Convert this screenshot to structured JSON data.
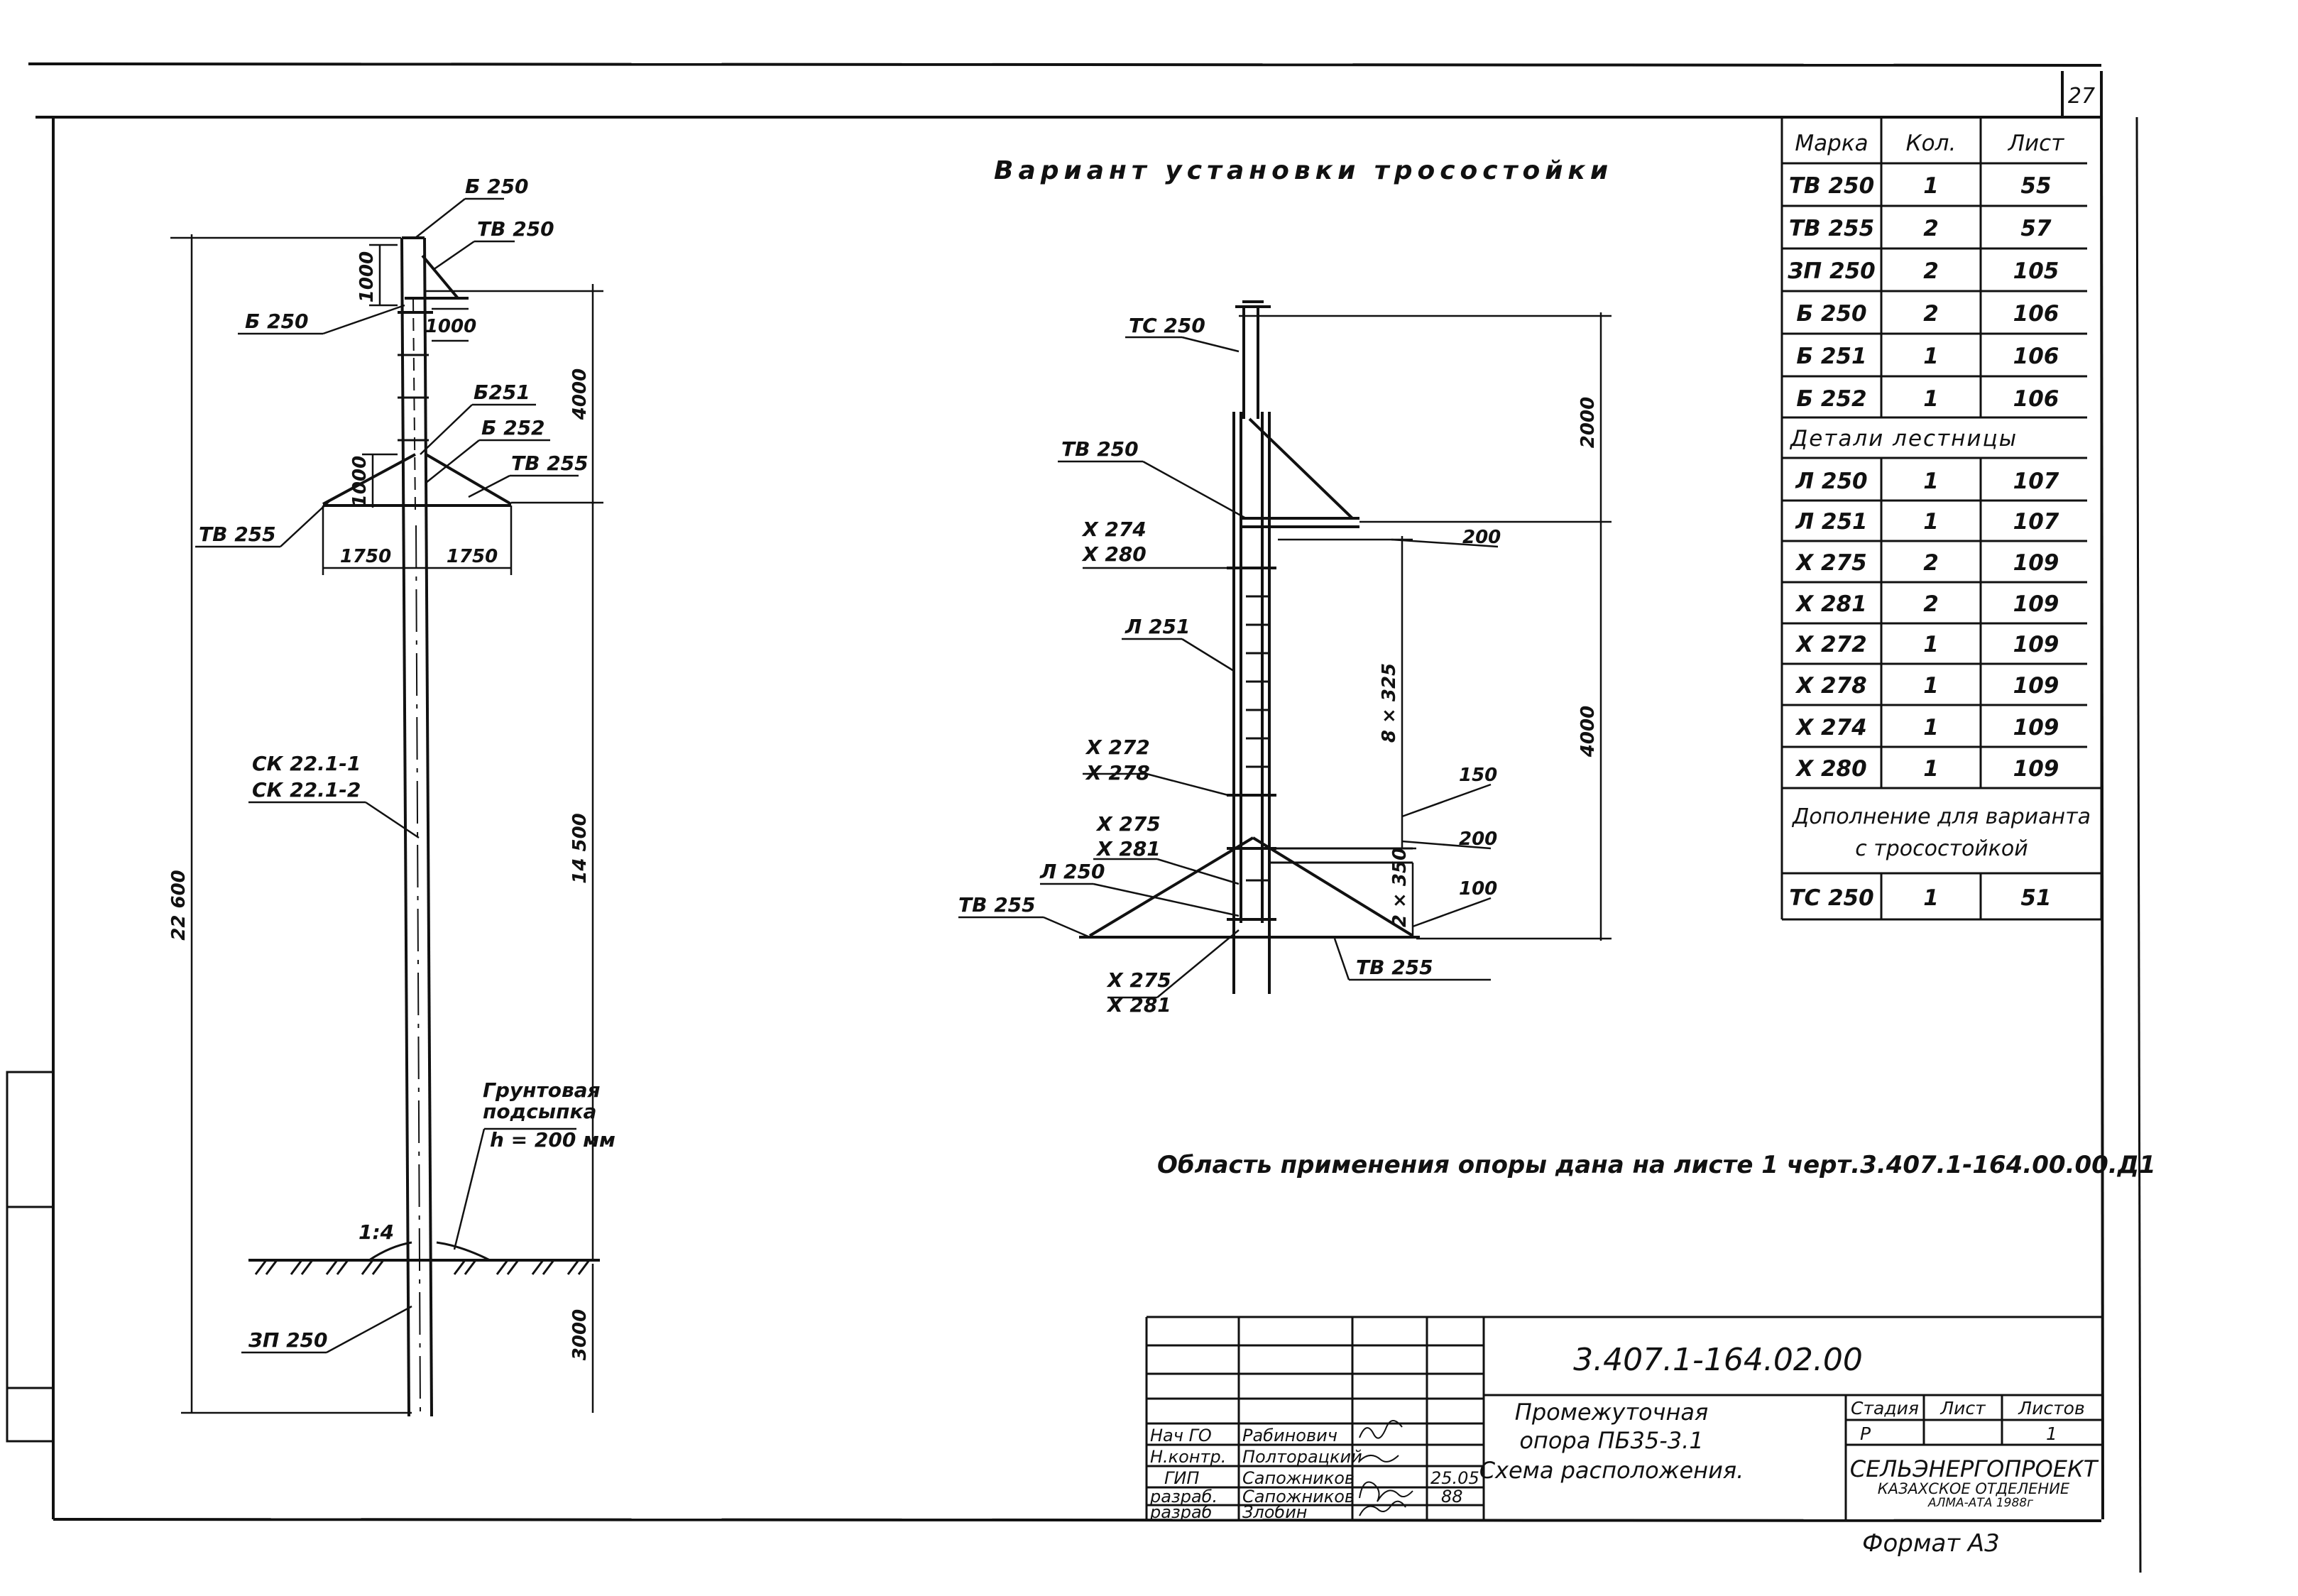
{
  "page_number": "27",
  "variant_title": "Вариант установки тросостойки",
  "pole": {
    "labels": {
      "b250_top": "Б 250",
      "tv250_top": "ТВ 250",
      "b250_left": "Б 250",
      "b251": "Б251",
      "b252": "Б 252",
      "tv255_right": "ТВ 255",
      "tv255_left": "ТВ 255",
      "sk_1": "СК 22.1-1",
      "sk_2": "СК 22.1-2",
      "soil_1": "Грунтовая",
      "soil_2": "подсыпка",
      "soil_h": "h = 200 мм",
      "zp250": "ЗП 250",
      "slope": "1:4"
    },
    "dims": {
      "d1000_a": "1000",
      "d1000_b": "1000",
      "d1000_c": "1000",
      "d4000": "4000",
      "d1750_l": "1750",
      "d1750_r": "1750",
      "d22600": "22 600",
      "d14500": "14 500",
      "d3000": "3000"
    }
  },
  "variant": {
    "labels": {
      "tc250": "ТС 250",
      "tv250": "ТВ 250",
      "x274": "Х 274",
      "x280": "Х 280",
      "l251": "Л 251",
      "x272": "Х 272",
      "x278": "Х 278",
      "x275": "Х 275",
      "x281": "Х 281",
      "l250": "Л 250",
      "tv255_l": "ТВ 255",
      "tv255_r": "ТВ 255",
      "x275b": "Х 275",
      "x281b": "Х 281"
    },
    "dims": {
      "d2000": "2000",
      "d4000": "4000",
      "d8x325": "8 × 325",
      "d2x350": "2 × 350",
      "d200a": "200",
      "d150": "150",
      "d200b": "200",
      "d100": "100"
    }
  },
  "spec_table": {
    "headers": [
      "Марка",
      "Кол.",
      "Лист"
    ],
    "rows": [
      [
        "ТВ 250",
        "1",
        "55"
      ],
      [
        "ТВ 255",
        "2",
        "57"
      ],
      [
        "ЗП 250",
        "2",
        "105"
      ],
      [
        "Б 250",
        "2",
        "106"
      ],
      [
        "Б 251",
        "1",
        "106"
      ],
      [
        "Б 252",
        "1",
        "106"
      ]
    ],
    "section_ladder": "Детали лестницы",
    "ladder_rows": [
      [
        "Л 250",
        "1",
        "107"
      ],
      [
        "Л 251",
        "1",
        "107"
      ],
      [
        "Х 275",
        "2",
        "109"
      ],
      [
        "Х 281",
        "2",
        "109"
      ],
      [
        "Х 272",
        "1",
        "109"
      ],
      [
        "Х 278",
        "1",
        "109"
      ],
      [
        "Х 274",
        "1",
        "109"
      ],
      [
        "Х 280",
        "1",
        "109"
      ]
    ],
    "section_addition_1": "Дополнение для варианта",
    "section_addition_2": "с тросостойкой",
    "addition_row": [
      "ТС 250",
      "1",
      "51"
    ]
  },
  "note": "Область применения опоры дана на листе 1 черт.3.407.1-164.00.00.Д1",
  "title_block": {
    "code": "3.407.1-164.02.00",
    "roles": [
      "Нач ГО",
      "Н.контр.",
      "ГИП",
      "разраб.",
      "разраб"
    ],
    "names": [
      "Рабинович",
      "Полторацкий",
      "Сапожников",
      "Сапожников",
      "Злобин"
    ],
    "date_1": "25.05",
    "date_2": "88",
    "name_1": "Промежуточная",
    "name_2": "опора ПБ35-3.1",
    "name_3": "Схема расположения.",
    "stage_headers": [
      "Стадия",
      "Лист",
      "Листов"
    ],
    "stage_values": [
      "Р",
      "",
      "1"
    ],
    "org_1": "СЕЛЬЭНЕРГОПРОЕКТ",
    "org_2": "КАЗАХСКОЕ ОТДЕЛЕНИЕ",
    "org_3": "АЛМА-АТА 1988г"
  },
  "format": "Формат А3"
}
